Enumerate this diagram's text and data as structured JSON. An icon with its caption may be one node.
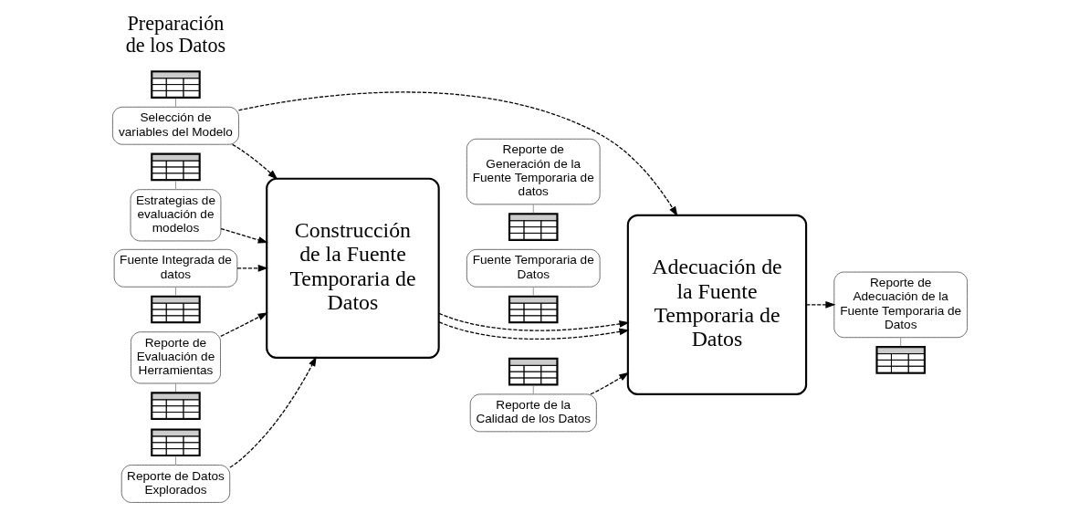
{
  "diagram": {
    "nodes": [
      {
        "text": [
          "Reporte de Datos Explorados"
        ]
      },
      {
        "text": [],
        "shape": "picture"
      },
      {
        "text": [
          "Estrategias de evaluación de modelos"
        ]
      },
      {
        "text": [],
        "shape": "picture"
      },
      {
        "text": [
          "Selección de variables del Modelo"
        ]
      },
      {
        "text": [],
        "shape": "picture"
      },
      {
        "text": [
          "Reporte de la Calidad de los Datos"
        ]
      },
      {
        "text": [],
        "shape": "picture"
      },
      {
        "text": [
          "Construcción de la Fuente Temporaria de Datos"
        ]
      },
      {
        "text": [
          "Adecuación de la Fuente Temporaria de Datos"
        ]
      },
      {
        "text": [
          "Fuente Integrada de datos"
        ]
      },
      {
        "text": [],
        "shape": "picture"
      },
      {
        "text": [
          "Reporte de Evaluación de Herramientas"
        ]
      },
      {
        "text": [],
        "shape": "picture"
      },
      {
        "text": [
          "Reporte de Adecuación de la Fuente Temporaria de Datos"
        ]
      },
      {
        "text": [],
        "shape": "picture"
      },
      {
        "text": [
          "Reporte de Generación de la Fuente Temporaria de datos"
        ]
      },
      {
        "text": [],
        "shape": "picture"
      },
      {
        "text": [
          "Fuente Temporaria de Datos"
        ]
      },
      {
        "text": [],
        "shape": "picture"
      }
    ],
    "edges": [
      {
        "from": 1,
        "to": 0,
        "arrow": "none",
        "color": "#999999"
      },
      {
        "from": 3,
        "to": 2,
        "arrow": "none",
        "color": "#999999"
      },
      {
        "from": 5,
        "to": 4,
        "arrow": "none",
        "color": "#999999"
      },
      {
        "from": 7,
        "to": 6,
        "arrow": "none",
        "color": "#999999"
      },
      {
        "from": 4,
        "to": 8,
        "arrow": "to",
        "style": "dashed"
      },
      {
        "from": 2,
        "to": 8,
        "arrow": "to",
        "style": "dashed"
      },
      {
        "from": 0,
        "to": 8,
        "arrow": "to",
        "style": "dashed"
      },
      {
        "from": 10,
        "to": 8,
        "arrow": "to",
        "style": "dashed"
      },
      {
        "from": 12,
        "to": 8,
        "arrow": "to",
        "style": "dashed"
      },
      {
        "from": 6,
        "to": 9,
        "arrow": "to",
        "style": "dashed"
      },
      {
        "from": 4,
        "to": 9,
        "arrow": "to",
        "style": "dashed"
      },
      {
        "from": 8,
        "to": 9,
        "arrow": "to",
        "style": "dashed"
      },
      {
        "from": 8,
        "to": 9,
        "arrow": "to",
        "style": "dashed"
      },
      {
        "from": 9,
        "to": 14,
        "arrow": "to",
        "style": "dashed"
      },
      {
        "from": 10,
        "to": 11,
        "arrow": "none",
        "color": "#999999"
      },
      {
        "from": 12,
        "to": 13,
        "arrow": "none",
        "color": "#999999"
      },
      {
        "from": 14,
        "to": 15,
        "arrow": "none",
        "color": "#999999"
      },
      {
        "from": 16,
        "to": 17,
        "arrow": "none",
        "color": "#999999"
      },
      {
        "from": 18,
        "to": 19,
        "arrow": "none",
        "color": "#999999"
      }
    ],
    "labels": [
      "Preparación de los Datos"
    ]
  }
}
